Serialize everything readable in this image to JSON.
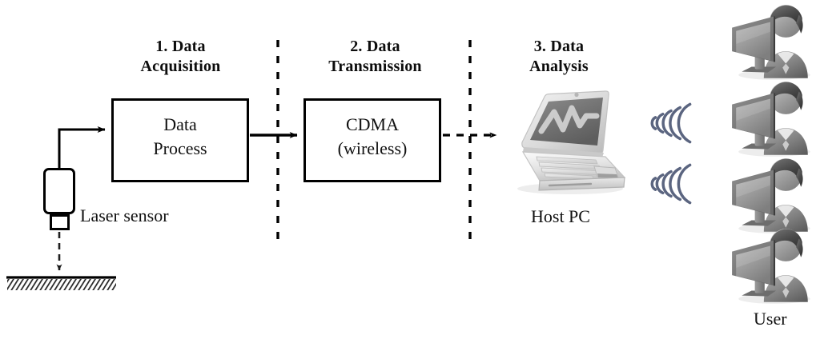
{
  "diagram": {
    "title": "Wireless laser-sensor data acquisition, transmission and analysis flow",
    "background_color": "#ffffff",
    "line_color": "#000000",
    "wifi_color": "#5b6580"
  },
  "stages": [
    {
      "id": "stage-1",
      "label": "1. Data\nAcquisition"
    },
    {
      "id": "stage-2",
      "label": "2. Data\nTransmission"
    },
    {
      "id": "stage-3",
      "label": "3. Data\nAnalysis"
    }
  ],
  "boxes": [
    {
      "id": "data-process-box",
      "label": "Data\nProcess"
    },
    {
      "id": "cdma-box",
      "label": "CDMA\n(wireless)"
    }
  ],
  "labels": {
    "laser_sensor": "Laser sensor",
    "host_pc": "Host PC",
    "user": "User"
  },
  "icons": {
    "laser_sensor": "laser-sensor-icon",
    "ground": "hatched-ground-icon",
    "laptop": "laptop-icon",
    "wifi_upper": "wifi-signal-icon",
    "wifi_lower": "wifi-signal-icon",
    "users": [
      "user-at-monitor-icon",
      "user-at-monitor-icon",
      "user-at-monitor-icon",
      "user-at-monitor-icon"
    ]
  },
  "connectors": [
    {
      "id": "sensor-to-process-arrow",
      "style": "solid",
      "direction": "right"
    },
    {
      "id": "process-to-cdma-arrow",
      "style": "solid",
      "direction": "right"
    },
    {
      "id": "cdma-to-hostpc-arrow",
      "style": "dashed",
      "direction": "right"
    },
    {
      "id": "laser-beam",
      "style": "dashed",
      "direction": "down"
    }
  ],
  "separators": [
    {
      "id": "stage-separator-1",
      "style": "dashed",
      "orientation": "vertical"
    },
    {
      "id": "stage-separator-2",
      "style": "dashed",
      "orientation": "vertical"
    }
  ]
}
